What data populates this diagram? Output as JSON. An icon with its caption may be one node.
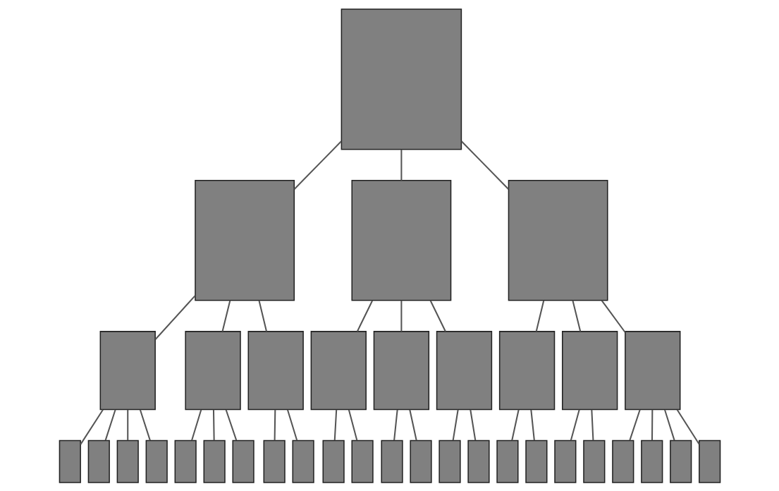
{
  "diagram": {
    "nodes": [
      {
        "text": [],
        "shape": "box"
      },
      {
        "text": [],
        "shape": "box"
      },
      {
        "text": [],
        "shape": "box"
      },
      {
        "text": [],
        "shape": "box"
      },
      {
        "text": [],
        "shape": "box"
      },
      {
        "text": [],
        "shape": "box"
      },
      {
        "text": [],
        "shape": "box"
      },
      {
        "text": [],
        "shape": "box"
      },
      {
        "text": [],
        "shape": "box"
      },
      {
        "text": [],
        "shape": "box"
      },
      {
        "text": [],
        "shape": "box"
      },
      {
        "text": [],
        "shape": "box"
      },
      {
        "text": [],
        "shape": "box"
      },
      {
        "text": [],
        "shape": "box"
      },
      {
        "text": [],
        "shape": "box"
      },
      {
        "text": [],
        "shape": "box"
      },
      {
        "text": [],
        "shape": "box"
      },
      {
        "text": [],
        "shape": "box"
      },
      {
        "text": [],
        "shape": "box"
      },
      {
        "text": [],
        "shape": "box"
      },
      {
        "text": [],
        "shape": "box"
      },
      {
        "text": [],
        "shape": "box"
      },
      {
        "text": [],
        "shape": "box"
      },
      {
        "text": [],
        "shape": "box"
      },
      {
        "text": [],
        "shape": "box"
      },
      {
        "text": [],
        "shape": "box"
      },
      {
        "text": [],
        "shape": "box"
      },
      {
        "text": [],
        "shape": "box"
      },
      {
        "text": [],
        "shape": "box"
      },
      {
        "text": [],
        "shape": "box"
      },
      {
        "text": [],
        "shape": "box"
      },
      {
        "text": [],
        "shape": "box"
      },
      {
        "text": [],
        "shape": "box"
      },
      {
        "text": [],
        "shape": "box"
      },
      {
        "text": [],
        "shape": "box"
      },
      {
        "text": [],
        "shape": "box"
      }
    ],
    "edges": [
      {
        "from": 0,
        "to": 1,
        "arrow": "none"
      },
      {
        "from": 0,
        "to": 2,
        "arrow": "none"
      },
      {
        "from": 0,
        "to": 3,
        "arrow": "none"
      },
      {
        "from": 1,
        "to": 4,
        "arrow": "none"
      },
      {
        "from": 1,
        "to": 5,
        "arrow": "none"
      },
      {
        "from": 1,
        "to": 6,
        "arrow": "none"
      },
      {
        "from": 2,
        "to": 7,
        "arrow": "none"
      },
      {
        "from": 2,
        "to": 8,
        "arrow": "none"
      },
      {
        "from": 2,
        "to": 9,
        "arrow": "none"
      },
      {
        "from": 3,
        "to": 10,
        "arrow": "none"
      },
      {
        "from": 3,
        "to": 11,
        "arrow": "none"
      },
      {
        "from": 3,
        "to": 12,
        "arrow": "none"
      },
      {
        "from": 4,
        "to": 13,
        "arrow": "none"
      },
      {
        "from": 4,
        "to": 14,
        "arrow": "none"
      },
      {
        "from": 4,
        "to": 15,
        "arrow": "none"
      },
      {
        "from": 4,
        "to": 16,
        "arrow": "none"
      },
      {
        "from": 5,
        "to": 17,
        "arrow": "none"
      },
      {
        "from": 5,
        "to": 18,
        "arrow": "none"
      },
      {
        "from": 5,
        "to": 19,
        "arrow": "none"
      },
      {
        "from": 6,
        "to": 20,
        "arrow": "none"
      },
      {
        "from": 6,
        "to": 21,
        "arrow": "none"
      },
      {
        "from": 7,
        "to": 22,
        "arrow": "none"
      },
      {
        "from": 7,
        "to": 23,
        "arrow": "none"
      },
      {
        "from": 8,
        "to": 24,
        "arrow": "none"
      },
      {
        "from": 8,
        "to": 25,
        "arrow": "none"
      },
      {
        "from": 9,
        "to": 26,
        "arrow": "none"
      },
      {
        "from": 9,
        "to": 27,
        "arrow": "none"
      },
      {
        "from": 10,
        "to": 28,
        "arrow": "none"
      },
      {
        "from": 10,
        "to": 29,
        "arrow": "none"
      },
      {
        "from": 11,
        "to": 30,
        "arrow": "none"
      },
      {
        "from": 11,
        "to": 31,
        "arrow": "none"
      },
      {
        "from": 12,
        "to": 32,
        "arrow": "none"
      },
      {
        "from": 12,
        "to": 33,
        "arrow": "none"
      },
      {
        "from": 12,
        "to": 34,
        "arrow": "none"
      },
      {
        "from": 12,
        "to": 35,
        "arrow": "none"
      }
    ]
  }
}
